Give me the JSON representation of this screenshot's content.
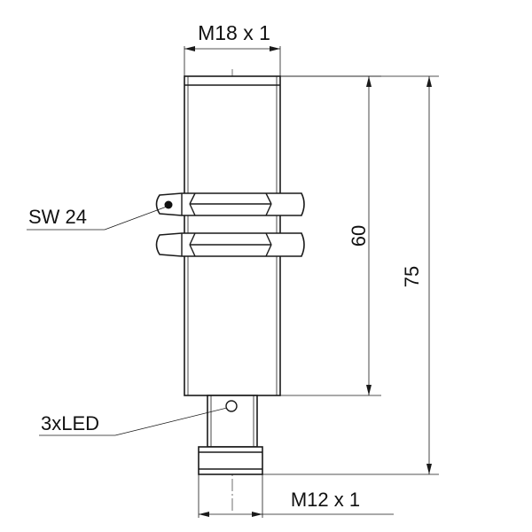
{
  "dimensions": {
    "thread_main": "M18 x 1",
    "thread_connector": "M12 x 1",
    "nut_width": "SW 24",
    "led": "3xLED",
    "length_thread": "60",
    "length_total": "75"
  }
}
